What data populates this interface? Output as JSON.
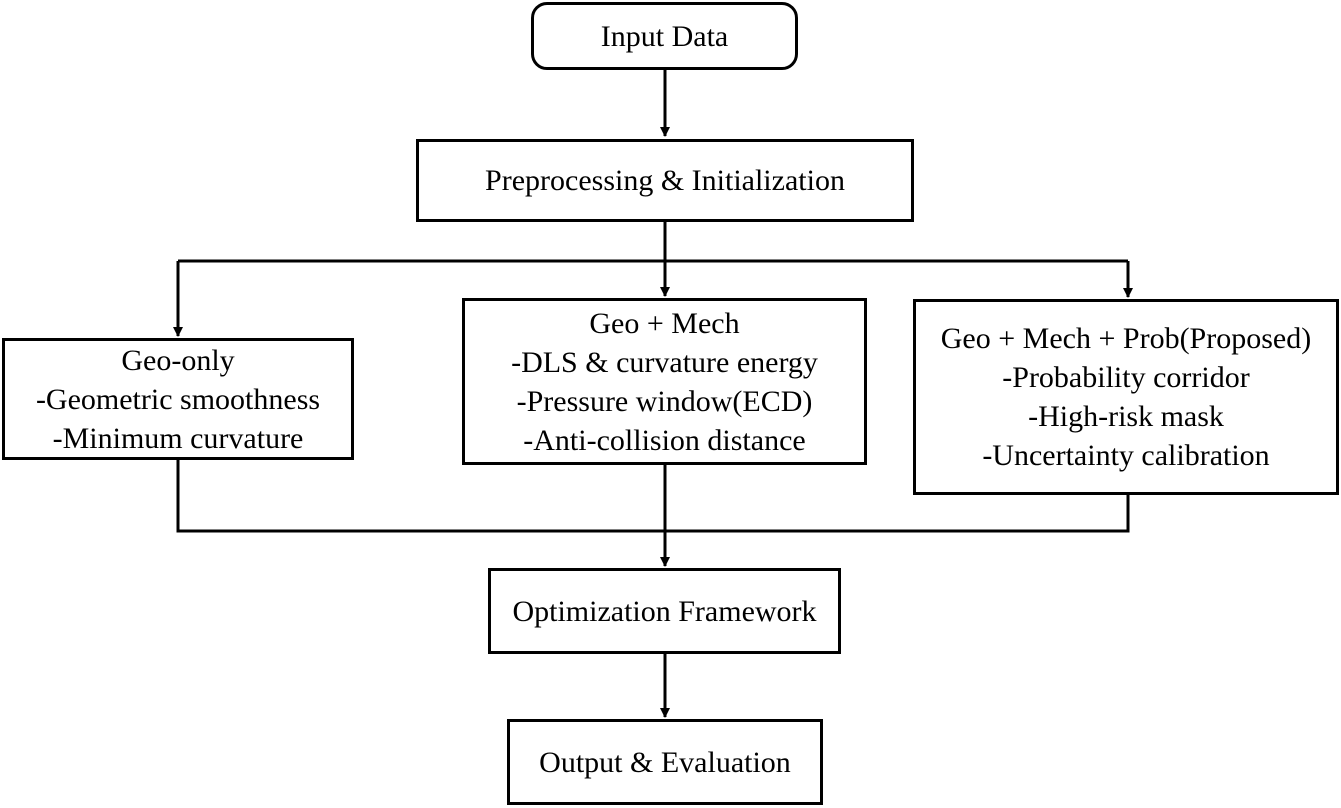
{
  "nodes": {
    "input": {
      "title": "Input Data"
    },
    "preprocess": {
      "title": "Preprocessing & Initialization"
    },
    "geo_only": {
      "title": "Geo-only",
      "items": [
        "-Geometric smoothness",
        "-Minimum curvature"
      ]
    },
    "geo_mech": {
      "title": "Geo + Mech",
      "items": [
        "-DLS & curvature energy",
        "-Pressure window(ECD)",
        "-Anti-collision distance"
      ]
    },
    "geo_mech_prob": {
      "title": "Geo + Mech + Prob(Proposed)",
      "items": [
        "-Probability corridor",
        "-High-risk mask",
        "-Uncertainty calibration"
      ]
    },
    "optimization": {
      "title": "Optimization Framework"
    },
    "output": {
      "title": "Output & Evaluation"
    }
  },
  "colors": {
    "stroke": "#000000",
    "background": "#ffffff"
  }
}
